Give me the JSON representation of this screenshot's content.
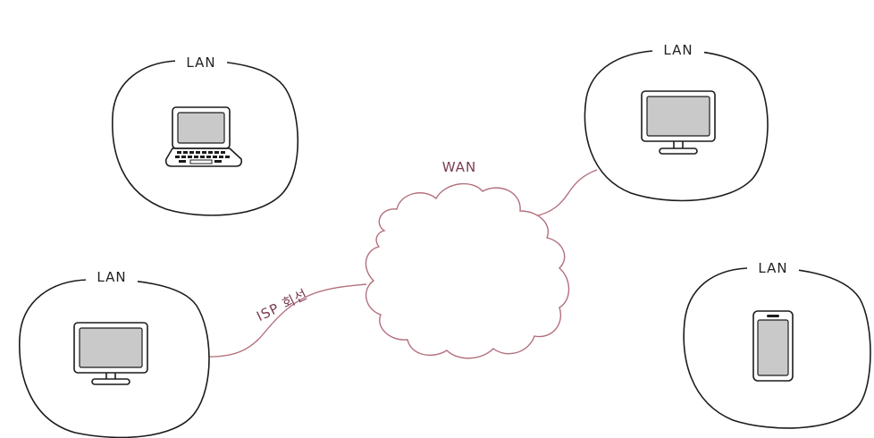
{
  "nodes": [
    {
      "label": "LAN",
      "device": "laptop-icon"
    },
    {
      "label": "LAN",
      "device": "monitor-icon"
    },
    {
      "label": "LAN",
      "device": "monitor-icon"
    },
    {
      "label": "LAN",
      "device": "smartphone-icon"
    }
  ],
  "cloud": {
    "label": "WAN"
  },
  "link": {
    "label": "ISP 회선"
  },
  "colors": {
    "wan": "#b3707d",
    "wan_text": "#7a3d52",
    "outline": "#1c1c1c",
    "screen": "#c9c9c9"
  }
}
